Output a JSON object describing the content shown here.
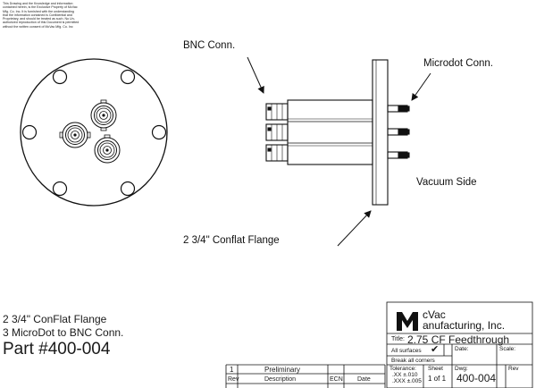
{
  "disclaimer": [
    "This Drawing and the Knowledge and information",
    "contained herein, is the Exclusive Property of McVac",
    "Mfg. Co. Inc. It is furnished with the understanding",
    "that the information contained is Confidential and",
    "Proprietary, and should be treated as such. No Un-",
    "authorized reproduction of this Document is permitted",
    "without the written consent of McVac Mfg. Co. Inc"
  ],
  "labels": {
    "bnc": "BNC Conn.",
    "microdot": "Microdot Conn.",
    "vacuum": "Vacuum Side",
    "flange": "2 3/4\" Conflat Flange"
  },
  "description": {
    "line1": "2 3/4\" ConFlat Flange",
    "line2": "3 MicroDot to BNC Conn.",
    "part": "Part #400-004"
  },
  "title_block": {
    "company_line1": "cVac",
    "company_line2": "anufacturing, Inc.",
    "title_label": "Title:",
    "title_value": "2.75 CF Feedthrough",
    "all_surfaces": "All surfaces",
    "break_corners": "Break all corners",
    "date_label": "Date:",
    "scale_label": "Scale:",
    "tolerance_label": "Tolerance:",
    "tol_xx": ".XX  ±.010",
    "tol_xxx": ".XXX  ±.005",
    "sheet_label": "Sheet",
    "sheet_value": "1  of  1",
    "dwg_label": "Dwg:",
    "dwg_value": "400-004",
    "rev_label": "Rev",
    "check_icon": "checkmark-icon"
  },
  "revisions": {
    "row": {
      "rev": "1",
      "description": "Preliminary"
    },
    "header": {
      "rev": "Rev",
      "description": "Description",
      "ecn": "ECN",
      "date": "Date"
    }
  }
}
